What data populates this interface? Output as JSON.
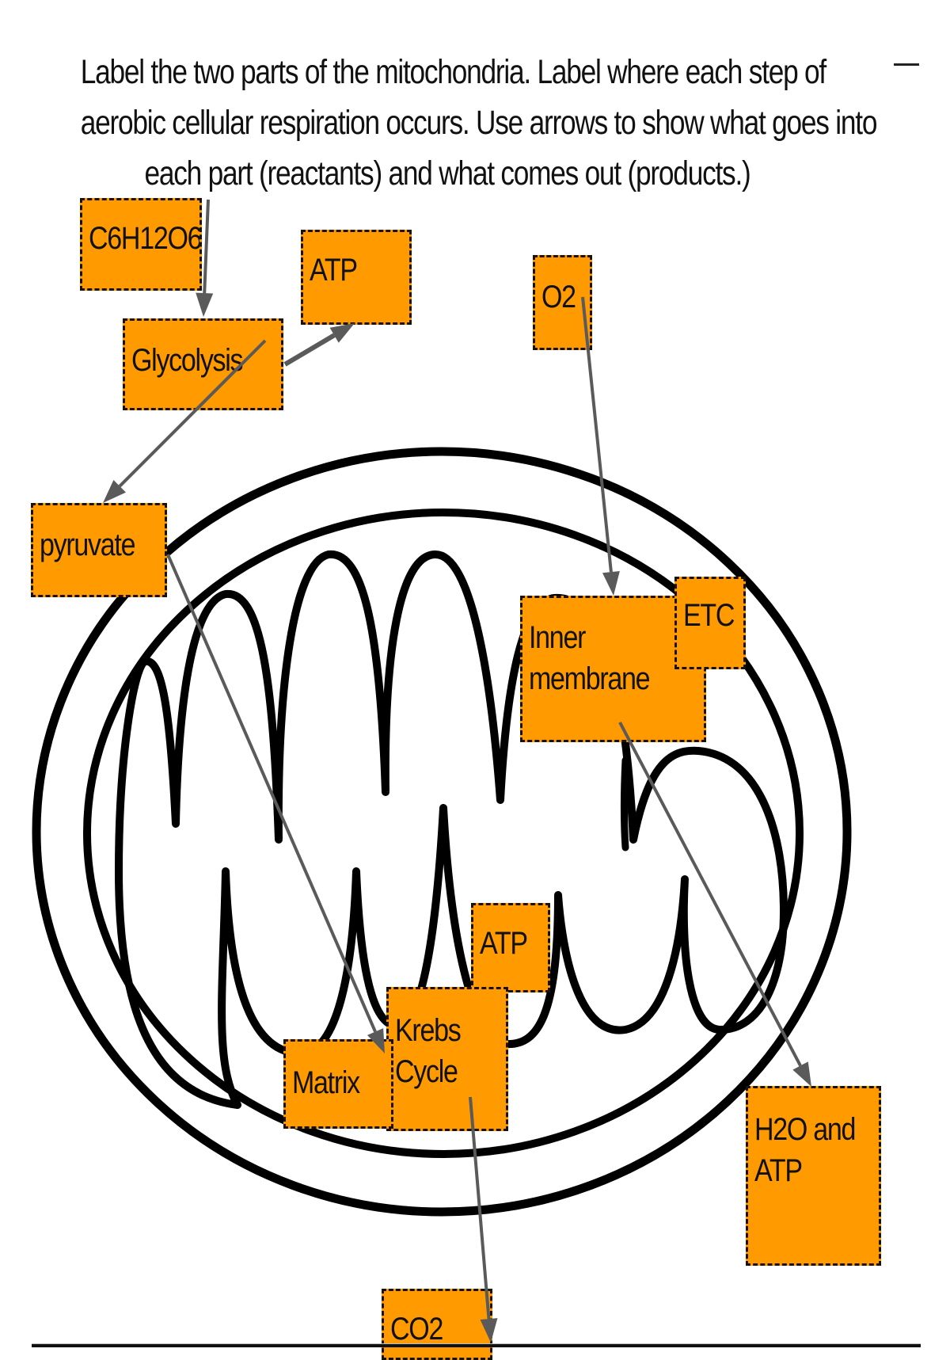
{
  "worksheet": {
    "instructions": [
      "Label the two parts of the mitochondria. Label where each step of",
      "aerobic cellular respiration occurs. Use arrows to show what goes into",
      "each part (reactants) and what comes out (products.)"
    ],
    "top_right_control": "minimize-dash"
  },
  "colors": {
    "label_fill": "#ff9a00",
    "label_border": "#1a1208",
    "arrow": "#5a5a5a",
    "membrane": "#000000",
    "text": "#111111"
  },
  "labels": {
    "glucose": "C6H12O6",
    "atp_glycolysis": "ATP",
    "glycolysis": "Glycolysis",
    "oxygen": "O2",
    "pyruvate": "pyruvate",
    "inner_membrane": "Inner\nmembrane",
    "etc": "ETC",
    "atp_krebs": "ATP",
    "krebs_cycle": "Krebs\nCycle",
    "matrix": "Matrix",
    "h2o_atp": "H2O and\nATP",
    "co2": "CO2"
  },
  "arrows": [
    {
      "from": "C6H12O6",
      "to": "Glycolysis"
    },
    {
      "from": "Glycolysis",
      "to": "ATP"
    },
    {
      "from": "Glycolysis",
      "to": "pyruvate"
    },
    {
      "from": "O2",
      "to": "Inner membrane"
    },
    {
      "from": "pyruvate",
      "to": "Krebs Cycle"
    },
    {
      "from": "Inner membrane",
      "to": "H2O and ATP"
    },
    {
      "from": "Krebs Cycle",
      "to": "CO2"
    }
  ]
}
